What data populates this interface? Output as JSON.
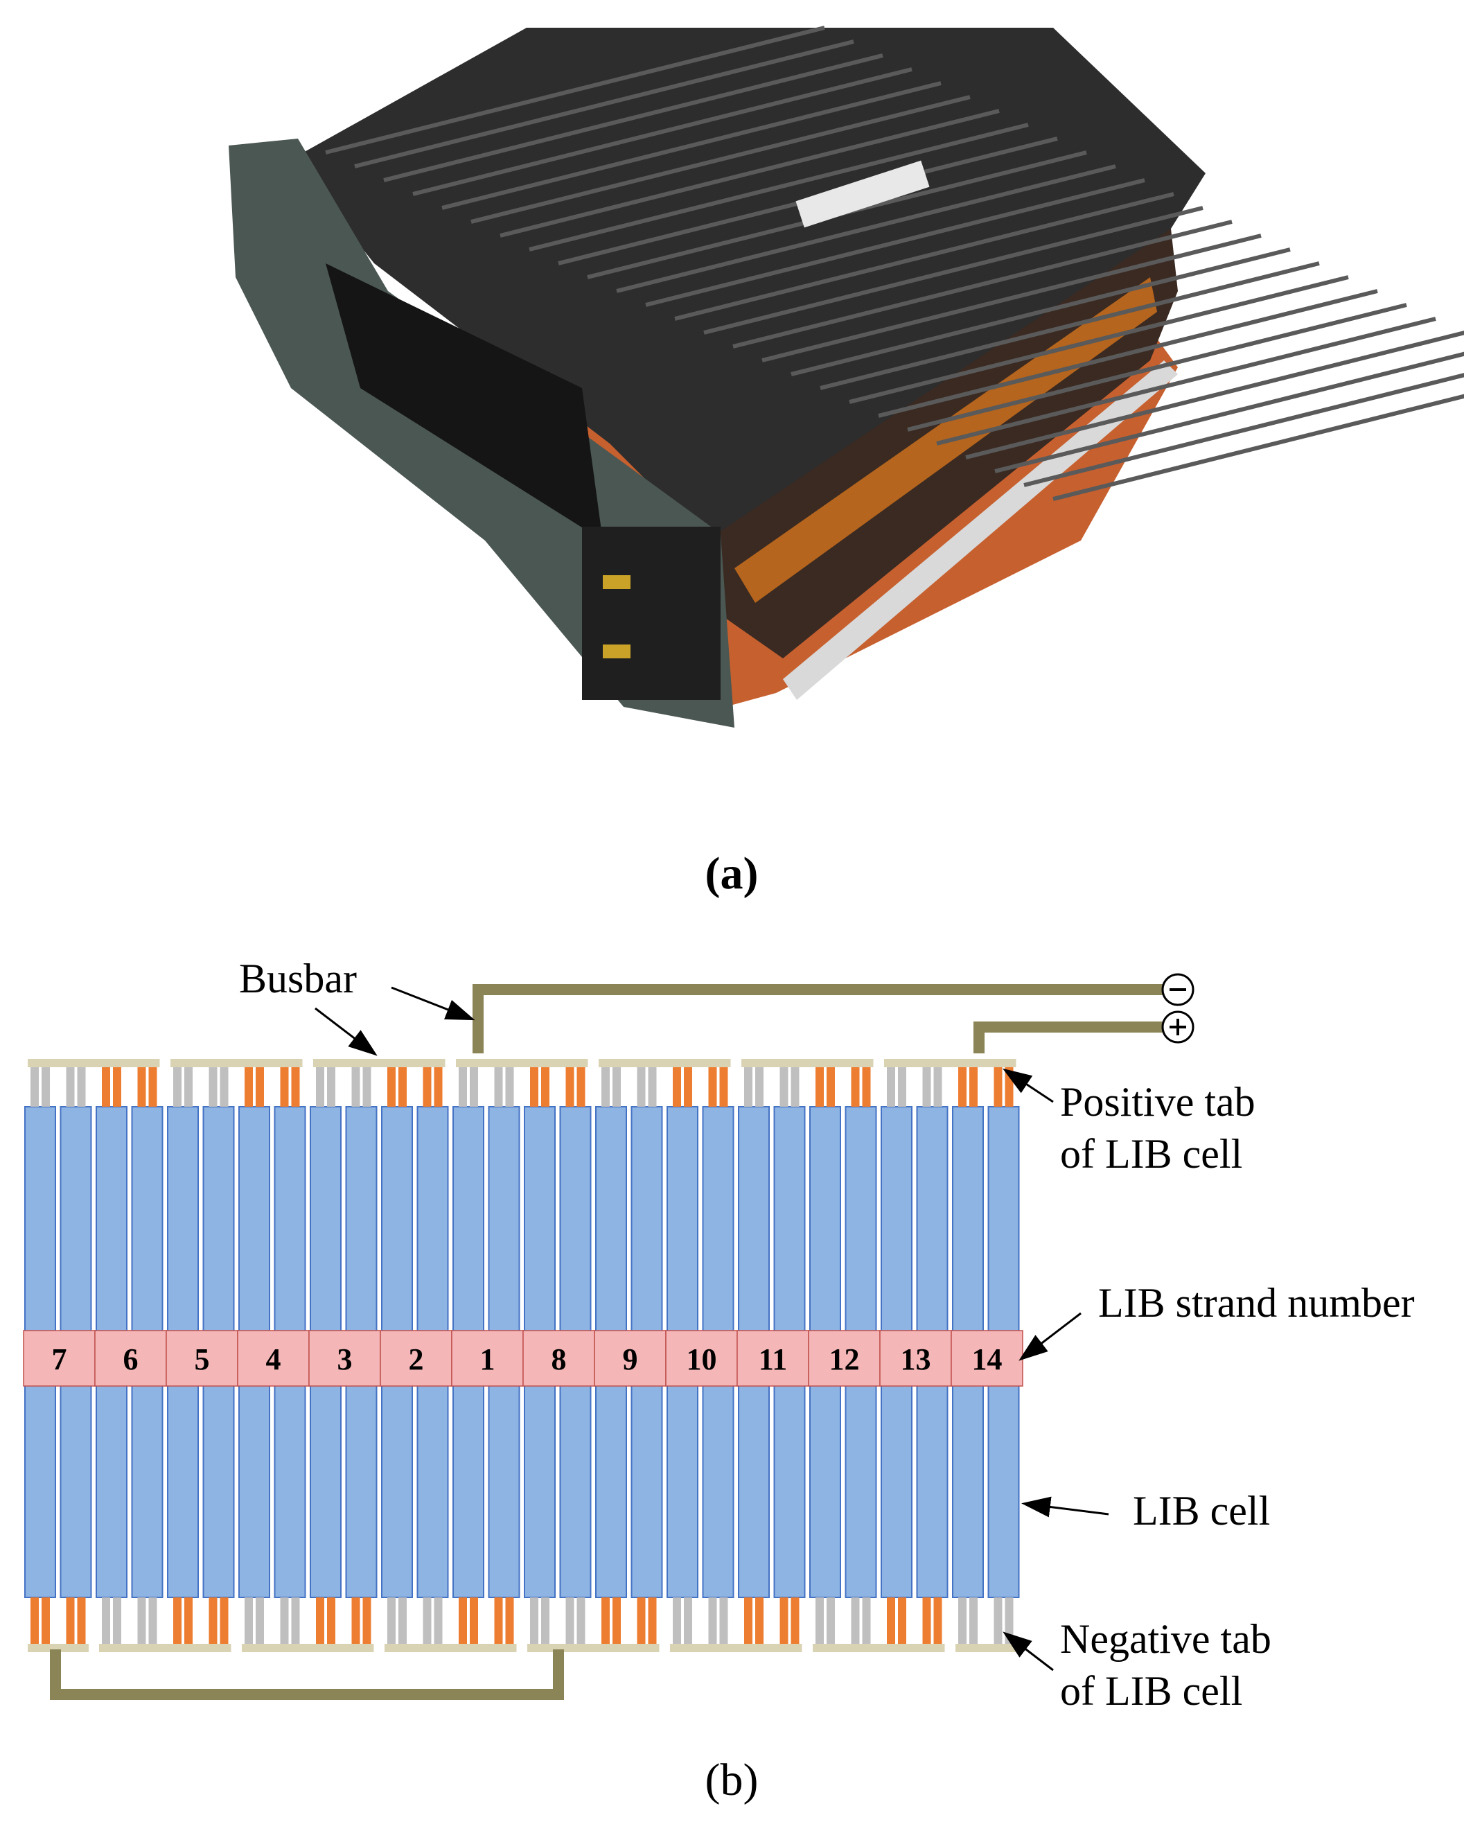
{
  "panel_a": {
    "caption": "(a)"
  },
  "panel_b": {
    "caption": "(b)",
    "labels": {
      "busbar": "Busbar",
      "positive_tab_line1": "Positive tab",
      "positive_tab_line2": "of LIB cell",
      "strand_number": "LIB strand number",
      "lib_cell": "LIB cell",
      "negative_tab_line1": "Negative tab",
      "negative_tab_line2": "of LIB cell"
    },
    "terminals": {
      "negative": "⊖",
      "positive": "⊕"
    },
    "strand_numbers": [
      "7",
      "6",
      "5",
      "4",
      "3",
      "2",
      "1",
      "8",
      "9",
      "10",
      "11",
      "12",
      "13",
      "14"
    ],
    "colors": {
      "cell": "#8EB4E3",
      "cell_border": "#4472C4",
      "strand_band": "#F4B6B6",
      "tab_orange": "#ED7D31",
      "tab_gray": "#BFBFBF",
      "busbar_light": "#D9D3B4",
      "busbar_dark": "#8B8456"
    }
  }
}
